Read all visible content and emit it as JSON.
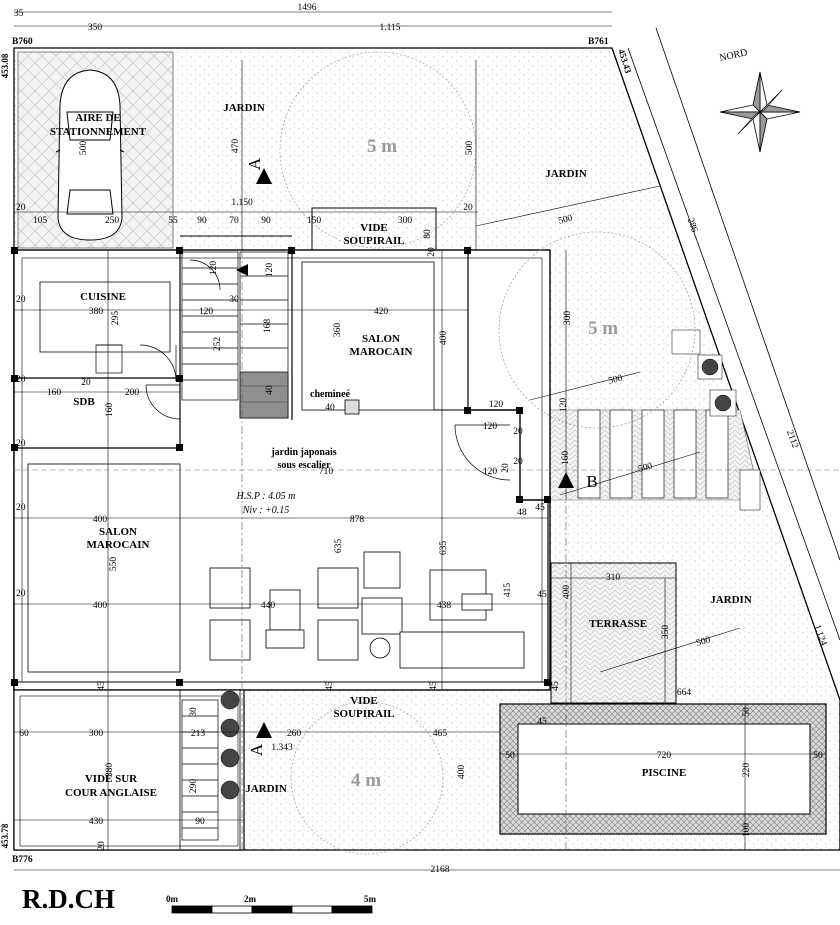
{
  "title": "R.D.CH",
  "north": "NORD",
  "scale_labels": [
    "0m",
    "2m",
    "5m"
  ],
  "rooms": {
    "parking": [
      "AIRE DE",
      "STATIONNEMENT"
    ],
    "jardin": "JARDIN",
    "cuisine": "CUISINE",
    "sdb": "SDB",
    "salon": [
      "SALON",
      "MAROCAIN"
    ],
    "vide_soupirail": [
      "VIDE",
      "SOUPIRAIL"
    ],
    "terrasse": "TERRASSE",
    "piscine": "PISCINE",
    "vide_cour": [
      "VIDE SUR",
      "COUR ANGLAISE"
    ],
    "cheminee": "chemineé",
    "jardin_japonais": [
      "jardin japonais",
      "sous escalier"
    ]
  },
  "notes": {
    "hsp": "H.S.P : 4.05 m",
    "niv": "Niv : +0.15"
  },
  "radii": [
    "5 m",
    "5 m",
    "4 m"
  ],
  "sections": [
    "A",
    "B"
  ],
  "plots": {
    "b760": "B760",
    "b761": "B761",
    "b776": "B776",
    "r453_08": "453.08",
    "r453_43": "453.43",
    "r453_78": "453.78"
  },
  "dims": {
    "d1496": "1496",
    "d35": "35",
    "d350": "350",
    "d1115": "1.115",
    "d500": "500",
    "d470": "470",
    "d500b": "500",
    "d286": "286",
    "d2112": "2112",
    "d1124": "1.124",
    "d2168": "2168",
    "d664": "664",
    "d1150": "1.150",
    "d20a": "20",
    "d105": "105",
    "d250": "250",
    "d55": "55",
    "d90a": "90",
    "d70": "70",
    "d90b": "90",
    "d150": "150",
    "d300a": "300",
    "d20b": "20",
    "d80": "80",
    "d20c": "20",
    "d120a": "120",
    "d120b": "120",
    "d20d": "20",
    "d380": "380",
    "d120c": "120",
    "d30": "30",
    "d420": "420",
    "d295": "295",
    "d252": "252",
    "d168": "168",
    "d360": "360",
    "d400a": "400",
    "d160a": "160",
    "d20e": "20",
    "d160b": "160",
    "d200": "200",
    "d120d": "120",
    "d120e": "120",
    "d120f": "120",
    "d20f": "20",
    "d20g": "20",
    "d120g": "120",
    "d160c": "160",
    "d20h": "20",
    "d300b": "300",
    "d500c": "500",
    "d500d": "500",
    "d500e": "500",
    "d400b": "400",
    "d878": "878",
    "d710": "710",
    "d48": "48",
    "d45a": "45",
    "d550": "550",
    "d635a": "635",
    "d635b": "635",
    "d415": "415",
    "d400c": "400",
    "d440": "440",
    "d438": "438",
    "d45b": "45",
    "d310": "310",
    "d400d": "400",
    "d350b": "350",
    "d20i": "20",
    "d20j": "20",
    "d20k": "20",
    "d45c": "45",
    "d45d": "45",
    "d45e": "45",
    "d45f": "45",
    "d60": "60",
    "d300c": "300",
    "d213": "213",
    "d260": "260",
    "d1343": "1.343",
    "d465": "465",
    "d400e": "400",
    "d45g": "45",
    "d50a": "50",
    "d720": "720",
    "d50b": "50",
    "d220": "220",
    "d50c": "50",
    "d100": "100",
    "d430": "430",
    "d90c": "90",
    "d290": "290",
    "d380b": "380",
    "d20l": "20",
    "d30b": "30",
    "d40": "40",
    "d40b": "40",
    "d500f": "500",
    "d20m": "20"
  }
}
